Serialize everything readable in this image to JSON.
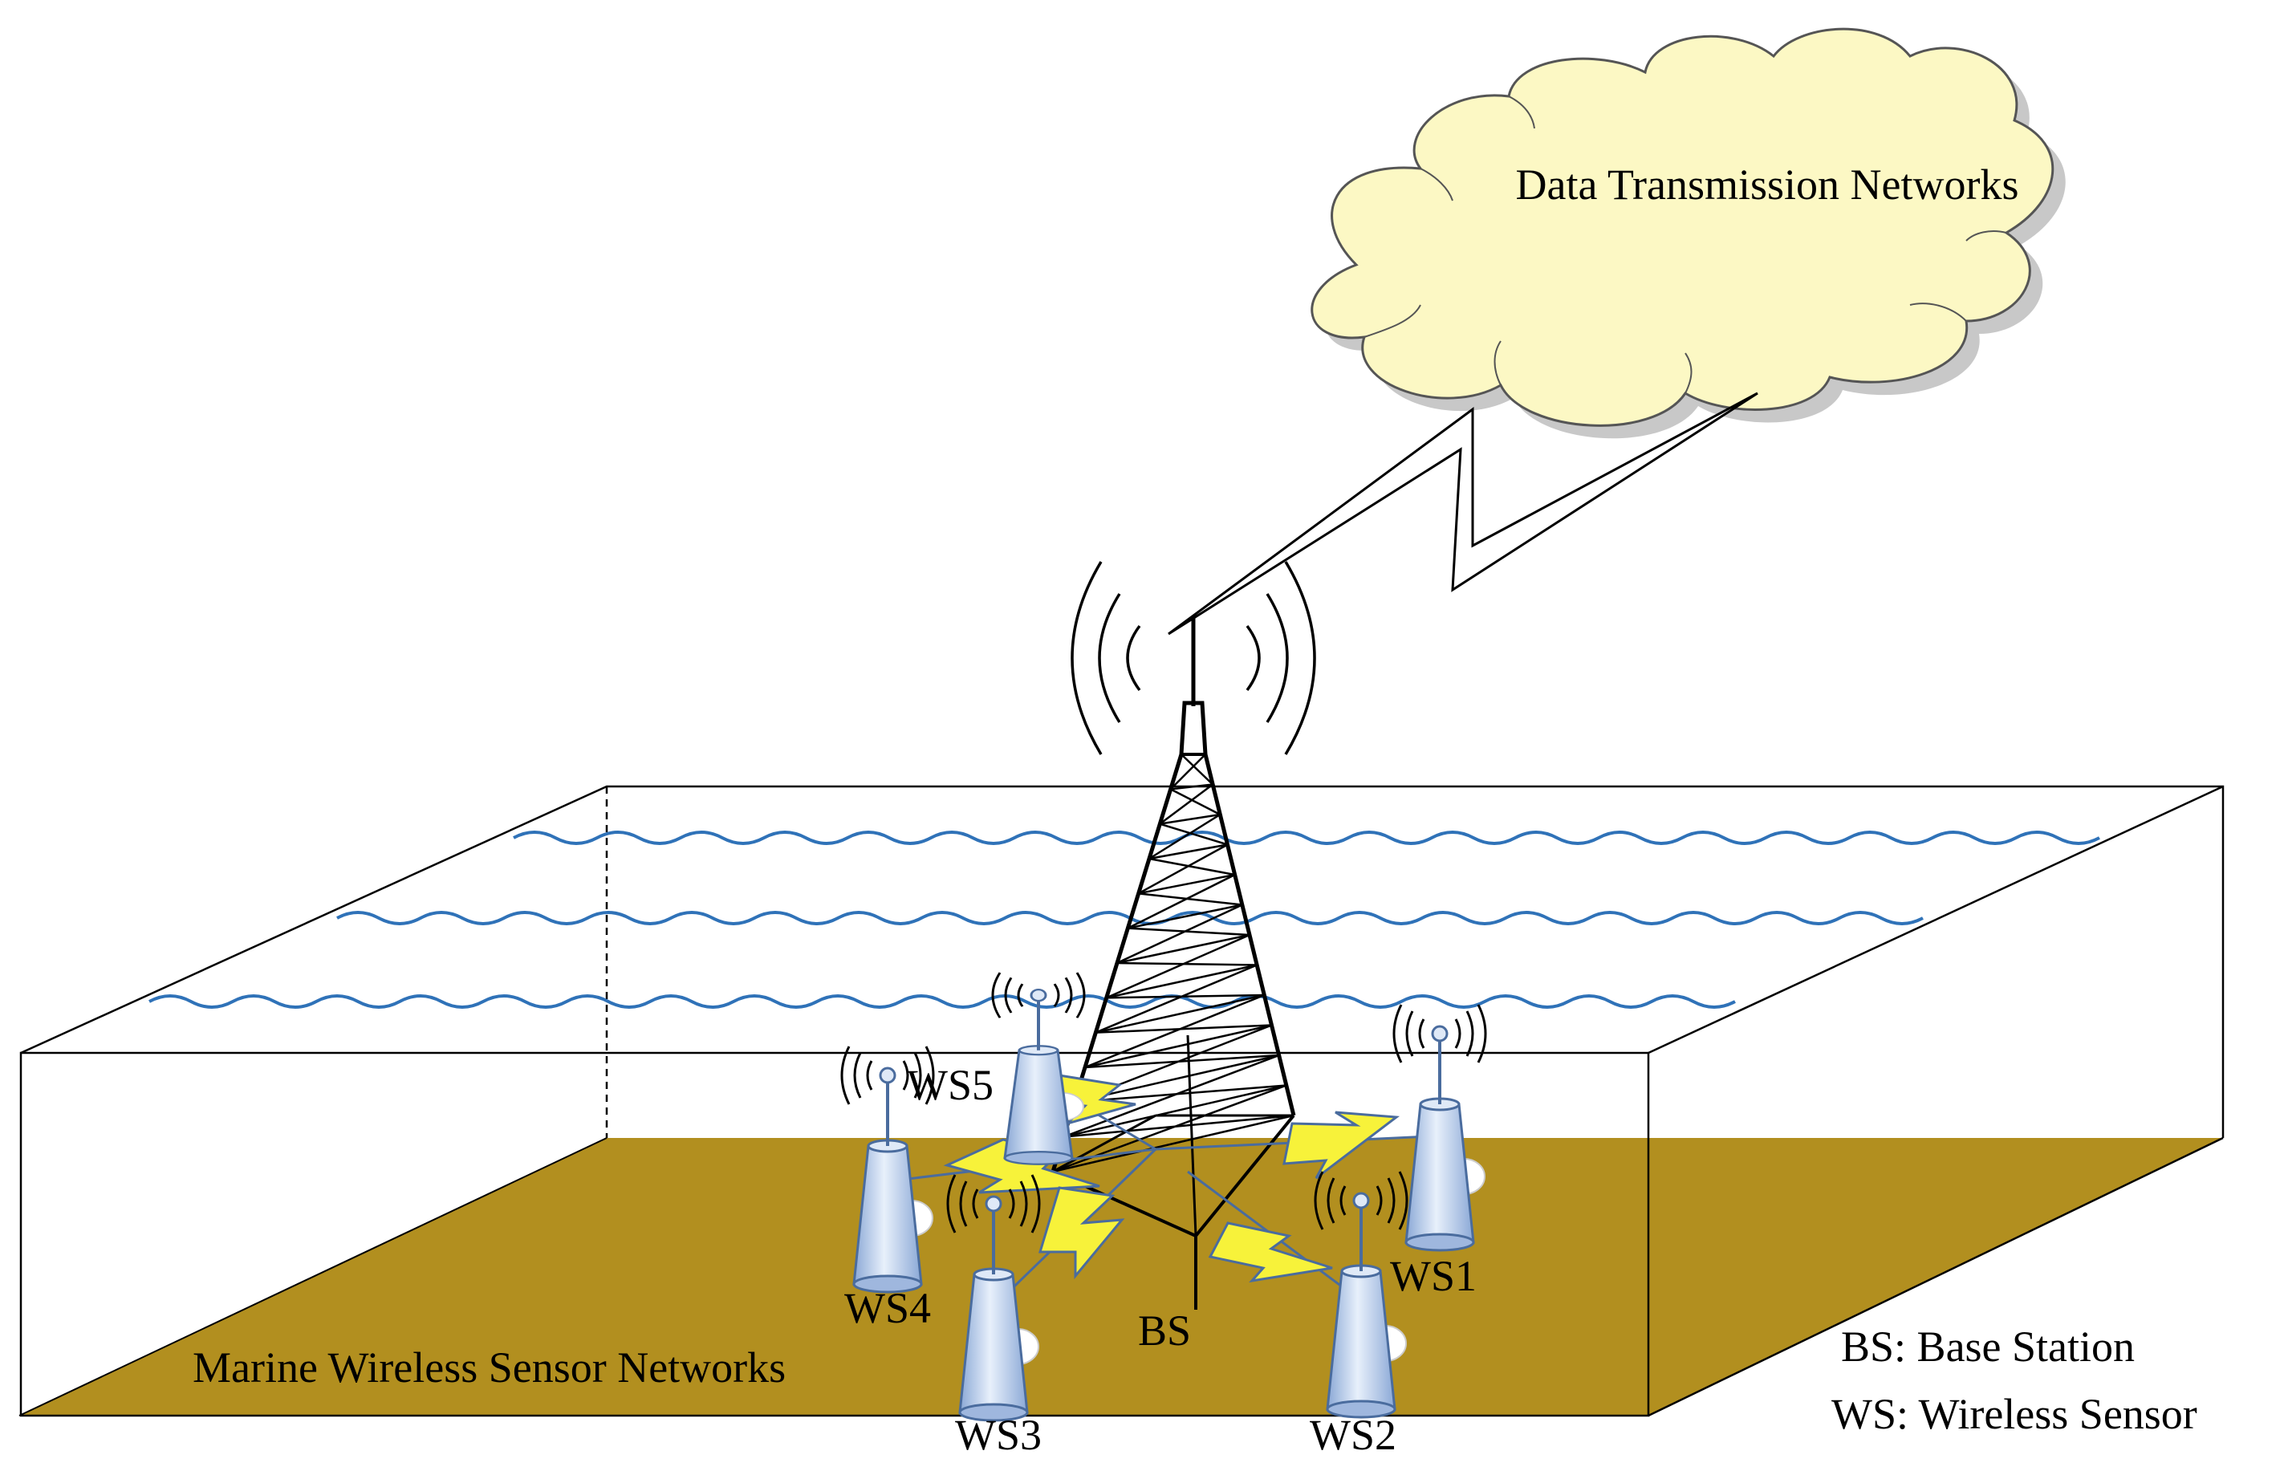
{
  "cloud": {
    "label": "Data Transmission Networks",
    "fill": "#fcf8c4"
  },
  "region": {
    "label": "Marine Wireless Sensor Networks",
    "floor_color": "#b28f1f",
    "wave_color": "#2f72b8"
  },
  "base_station": {
    "label": "BS"
  },
  "sensors": [
    {
      "id": "ws1",
      "label": "WS1"
    },
    {
      "id": "ws2",
      "label": "WS2"
    },
    {
      "id": "ws3",
      "label": "WS3"
    },
    {
      "id": "ws4",
      "label": "WS4"
    },
    {
      "id": "ws5",
      "label": "WS5"
    }
  ],
  "legend": [
    {
      "label": "BS: Base Station"
    },
    {
      "label": "WS: Wireless Sensor"
    }
  ],
  "colors": {
    "link_bolt": "#f7f23a",
    "sensor_body": "#bcd0ea",
    "sensor_outline": "#4a6c9e"
  }
}
